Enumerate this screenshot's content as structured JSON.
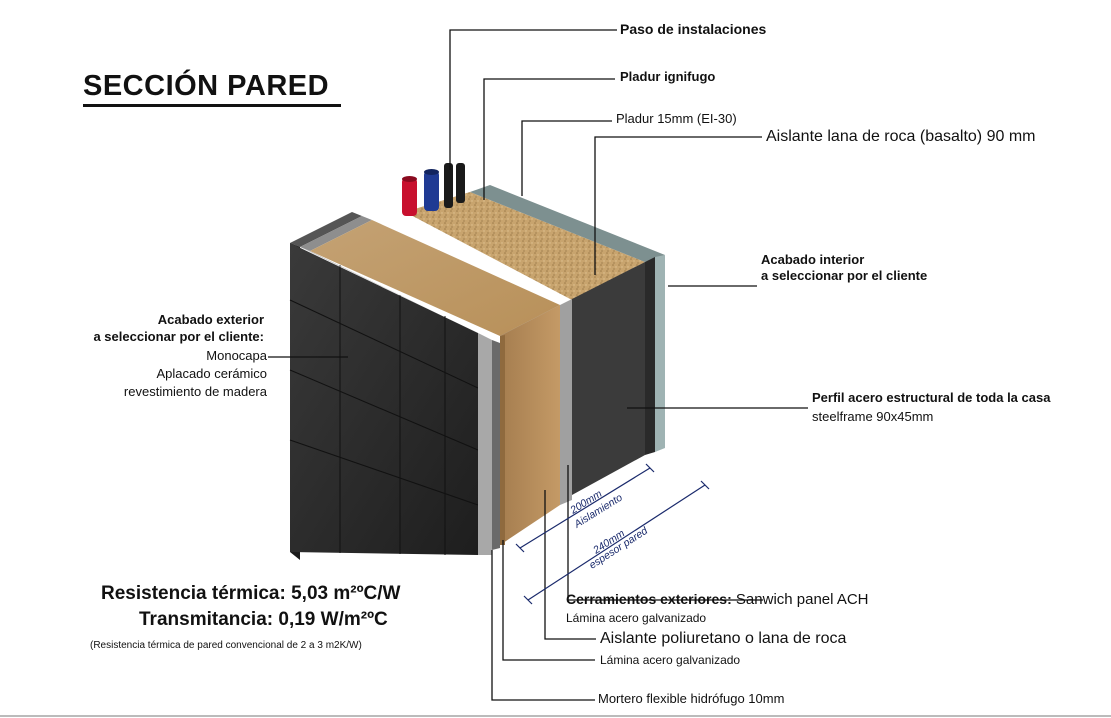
{
  "title": "SECCIÓN PARED",
  "labels": {
    "paso": "Paso de instalaciones",
    "pladur_ign": "Pladur ignifugo",
    "pladur_15": "Pladur 15mm (EI-30)",
    "aislante_roca": "Aislante lana de roca (basalto) 90 mm",
    "acabado_int_1": "Acabado interior",
    "acabado_int_2": "a seleccionar por el cliente",
    "acabado_ext_1": "Acabado exterior",
    "acabado_ext_2": "a seleccionar por el cliente:",
    "acabado_ext_3": "Monocapa",
    "acabado_ext_4": "Aplacado cerámico",
    "acabado_ext_5": "revestimiento de madera",
    "perfil_1": "Perfil acero estructural de toda la casa",
    "perfil_2": "steelframe 90x45mm",
    "cerramientos_a": "Cerramientos exteriores:",
    "cerramientos_b": " Sanwich panel ACH",
    "lamina_1": "Lámina acero galvanizado",
    "aislante_poli": "Aislante poliuretano o lana de roca",
    "lamina_2": "Lámina acero galvanizado",
    "mortero": "Mortero flexible hidrófugo 10mm"
  },
  "dimensions": {
    "d1_value": "200mm",
    "d1_label": "Aislamiento",
    "d2_value": "240mm",
    "d2_label": "espesor pared"
  },
  "stats": {
    "resistencia": "Resistencia térmica: 5,03 m²ºC/W",
    "transmitancia": "Transmitancia: 0,19 W/m²ºC",
    "nota": "(Resistencia térmica de pared convencional de 2 a 3 m2K/W)"
  },
  "colors": {
    "dark_finish": "#2c2c2c",
    "insulation": "#b48a5a",
    "rockwool_top": "#c7a06a",
    "steel": "#9a9a9a",
    "board": "#9fb3b3",
    "inner_dark": "#3d3d3d",
    "pipe_red": "#c8102e",
    "pipe_blue": "#1f3a93",
    "pipe_black": "#1a1a1a",
    "dim_line": "#1a2a6c"
  }
}
